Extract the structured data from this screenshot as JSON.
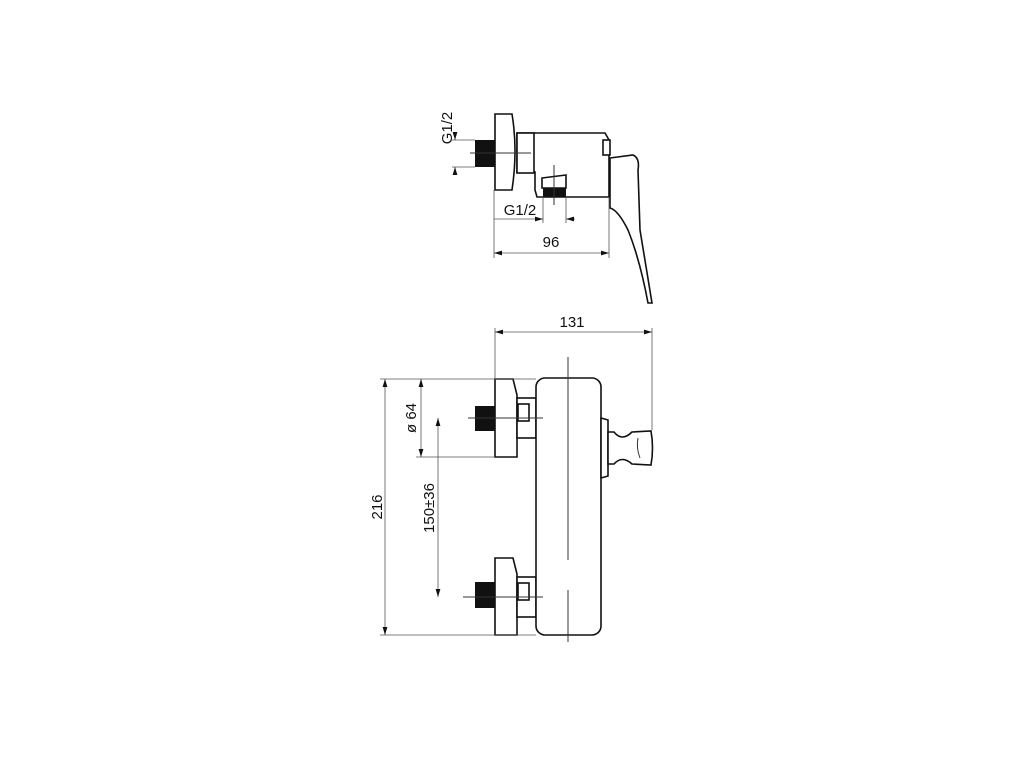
{
  "side_view": {
    "inlet_thread": "G1/2",
    "outlet_thread": "G1/2",
    "depth": "96"
  },
  "front_view": {
    "width": "131",
    "height": "216",
    "escutcheon_diameter": "ø 64",
    "inlet_spacing": "150±36"
  }
}
